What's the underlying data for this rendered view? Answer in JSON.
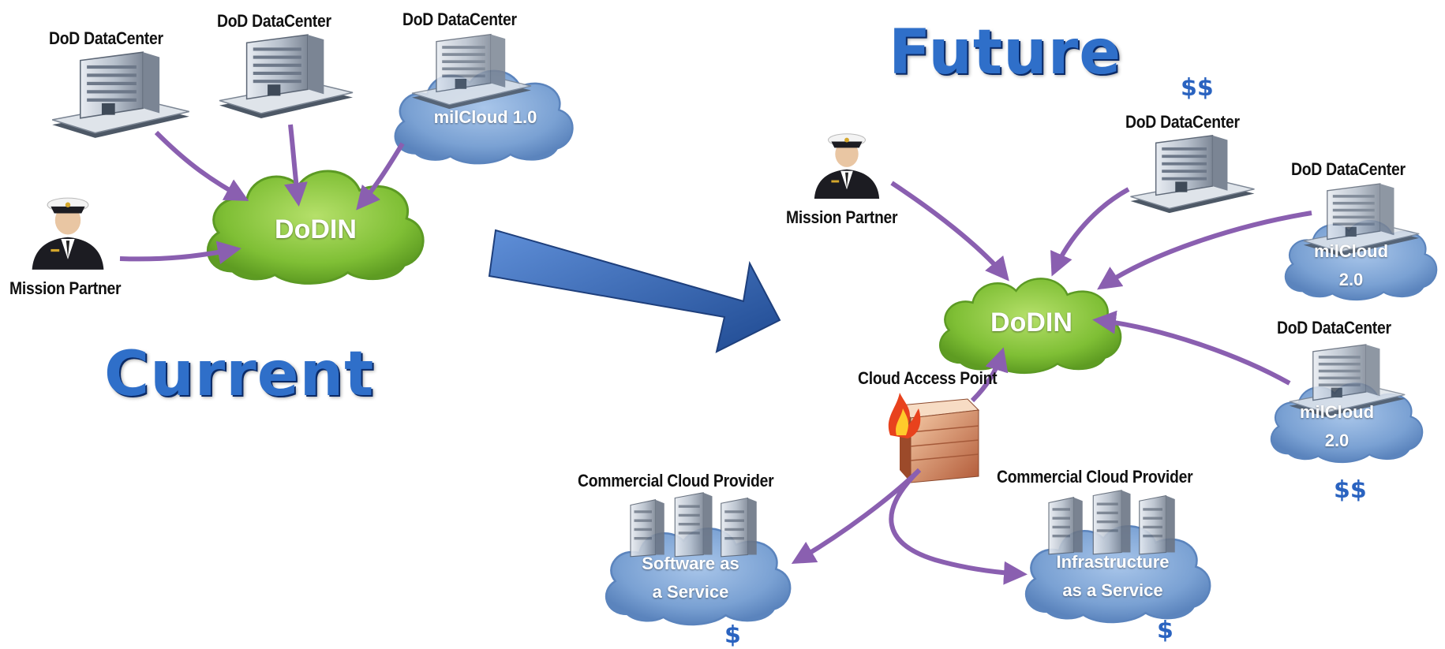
{
  "titles": {
    "current": "Current",
    "future": "Future"
  },
  "current": {
    "datacenters": [
      "DoD DataCenter",
      "DoD DataCenter",
      "DoD DataCenter"
    ],
    "milcloud": "milCloud  1.0",
    "dodin": "DoDIN",
    "mission_partner": "Mission Partner"
  },
  "future": {
    "dollar_top": "$$",
    "datacenters": [
      "DoD DataCenter",
      "DoD DataCenter",
      "DoD DataCenter"
    ],
    "milcloud_a": [
      "milCloud",
      "2.0"
    ],
    "milcloud_b": [
      "milCloud",
      "2.0"
    ],
    "dollar_right": "$$",
    "mission_partner": "Mission Partner",
    "dodin": "DoDIN",
    "cloud_access_point": "Cloud Access Point",
    "commercial_left": {
      "label": "Commercial Cloud Provider",
      "service": [
        "Software as",
        "a Service"
      ],
      "cost": "$"
    },
    "commercial_right": {
      "label": "Commercial Cloud Provider",
      "service": [
        "Infrastructure",
        "as a Service"
      ],
      "cost": "$"
    }
  },
  "colors": {
    "arrow": "#8a5fb0",
    "dodin_cloud": "#8cc63f",
    "blue_cloud": "#7fa6d6",
    "title_blue": "#2f6fc9",
    "big_arrow": "#2e5fae"
  },
  "icons": [
    "datacenter-building-icon",
    "officer-avatar-icon",
    "firewall-icon",
    "office-towers-icon"
  ]
}
